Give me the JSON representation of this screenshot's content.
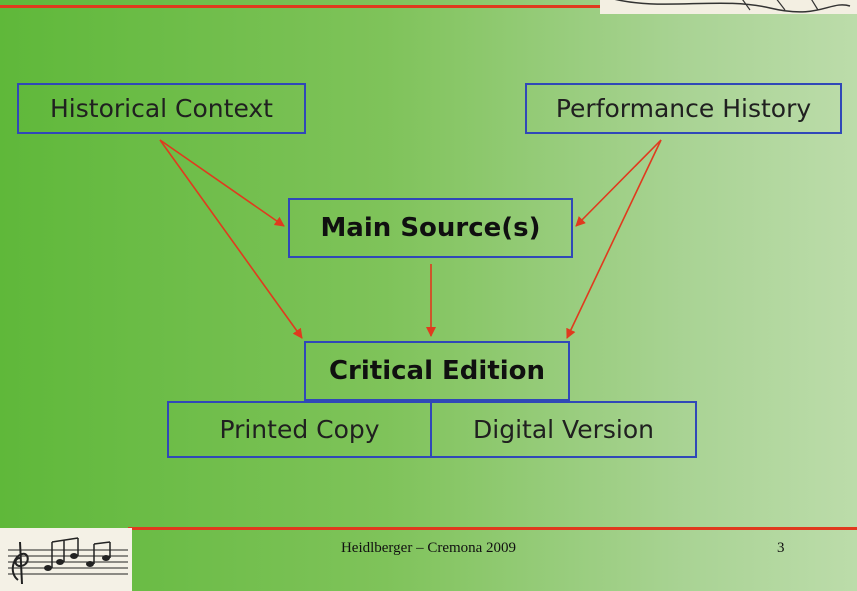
{
  "nodes": {
    "historical": "Historical Context",
    "performance": "Performance History",
    "main_source": "Main Source(s)",
    "critical": "Critical Edition",
    "printed": "Printed Copy",
    "digital": "Digital Version"
  },
  "edges": [
    {
      "from": "historical",
      "to": "main_source"
    },
    {
      "from": "historical",
      "to": "critical"
    },
    {
      "from": "performance",
      "to": "main_source"
    },
    {
      "from": "performance",
      "to": "critical"
    },
    {
      "from": "main_source",
      "to": "critical"
    }
  ],
  "footer": {
    "center": "Heidlberger – Cremona 2009",
    "page": "3"
  },
  "colors": {
    "box_border": "#3048b8",
    "arrow": "#e03a1e",
    "rule": "#e03a1e"
  }
}
